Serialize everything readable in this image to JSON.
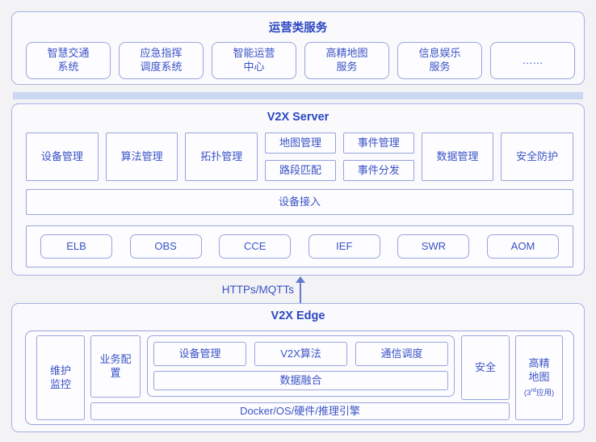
{
  "palette": {
    "page_bg": "#f3f3f6",
    "section_bg": "#fafafc",
    "section_border": "#a6b0e2",
    "box_bg": "#fdfdff",
    "box_border": "#98a4dc",
    "text_blue": "#3a52c6",
    "title_blue": "#2d47c2",
    "divider_band": "#ccd7f1",
    "arrow": "#6478d2"
  },
  "operations": {
    "title": "运营类服务",
    "services": [
      "智慧交通\n系统",
      "应急指挥\n调度系统",
      "智能运营\n中心",
      "高精地图\n服务",
      "信息娱乐\n服务",
      "……"
    ]
  },
  "server": {
    "title": "V2X Server",
    "modules": [
      "设备管理",
      "算法管理",
      "拓扑管理"
    ],
    "map_stack": [
      "地图管理",
      "路段匹配"
    ],
    "event_stack": [
      "事件管理",
      "事件分发"
    ],
    "modules2": [
      "数据管理",
      "安全防护"
    ],
    "access_bar": "设备接入",
    "cloud_services": [
      "ELB",
      "OBS",
      "CCE",
      "IEF",
      "SWR",
      "AOM"
    ]
  },
  "connector": {
    "protocol_label": "HTTPs/MQTTs"
  },
  "edge": {
    "title": "V2X Edge",
    "maintenance": "维护\n监控",
    "business_config": "业务配\n置",
    "app_modules": [
      "设备管理",
      "V2X算法",
      "通信调度"
    ],
    "data_fusion": "数据融合",
    "security": "安全",
    "hd_map": "高精\n地图",
    "hd_map_note_pre": "(3",
    "hd_map_note_sup": "rd",
    "hd_map_note_post": "应用)",
    "platform_bar": "Docker/OS/硬件/推理引擎"
  }
}
